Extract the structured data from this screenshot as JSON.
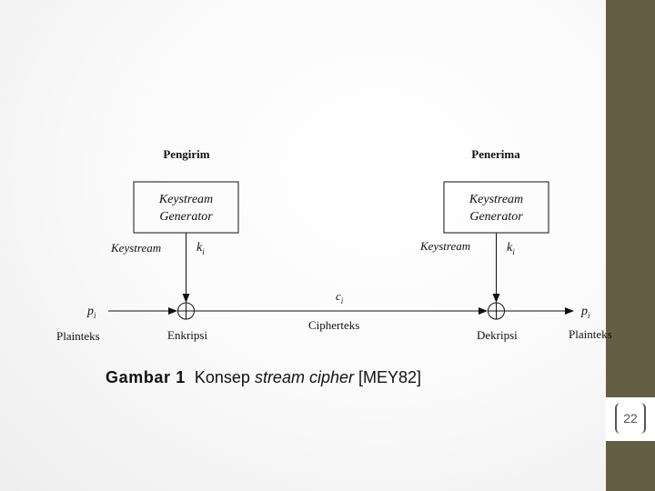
{
  "diagram": {
    "sender_title": "Pengirim",
    "receiver_title": "Penerima",
    "generator_line1": "Keystream",
    "generator_line2": "Generator",
    "keystream_label": "Keystream",
    "key_var": "k",
    "key_sub": "i",
    "plain_var": "p",
    "plain_sub": "i",
    "cipher_var": "c",
    "cipher_sub": "i",
    "plaintext_label": "Plainteks",
    "encrypt_label": "Enkripsi",
    "ciphertext_label": "Cipherteks",
    "decrypt_label": "Dekripsi"
  },
  "caption": {
    "prefix": "Gambar 1",
    "text1": "Konsep",
    "italic": "stream cipher",
    "text2": "[MEY82]"
  },
  "slide": {
    "page_number": "22"
  },
  "colors": {
    "sidebar": "#645e44"
  }
}
